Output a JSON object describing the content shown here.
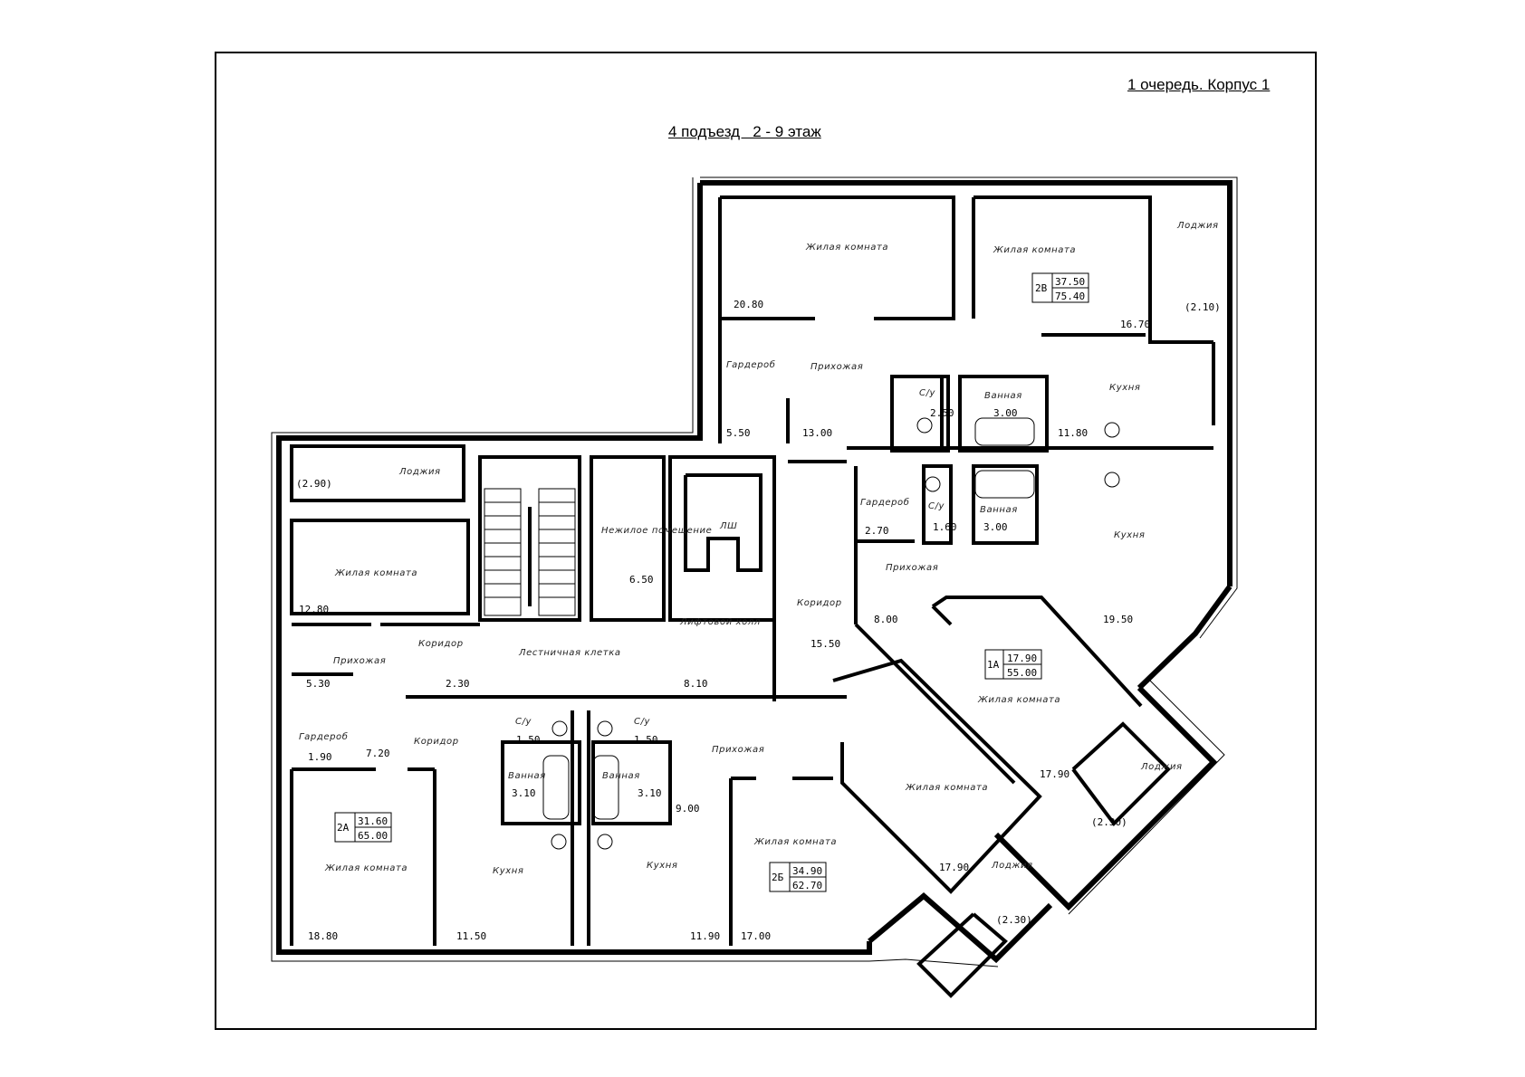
{
  "header": {
    "queue": "1 очередь. Корпус 1",
    "floor": "4 подъезд   2 - 9 этаж"
  },
  "rooms": [
    {
      "label": "Жилая комната"
    },
    {
      "label": "Жилая комната"
    },
    {
      "label": "Лоджия"
    },
    {
      "label": "Гардероб"
    },
    {
      "label": "Прихожая"
    },
    {
      "label": "С/у"
    },
    {
      "label": "Ванная"
    },
    {
      "label": "Кухня"
    },
    {
      "label": "Гардероб"
    },
    {
      "label": "С/у"
    },
    {
      "label": "Ванная"
    },
    {
      "label": "Кухня"
    },
    {
      "label": "Прихожая"
    },
    {
      "label": "Лоджия"
    },
    {
      "label": "Жилая комната"
    },
    {
      "label": "Нежилое помещение"
    },
    {
      "label": "ЛШ"
    },
    {
      "label": "Коридор"
    },
    {
      "label": "Коридор"
    },
    {
      "label": "Прихожая"
    },
    {
      "label": "Лестничная клетка"
    },
    {
      "label": "Лифтовой холл"
    },
    {
      "label": "Жилая комната"
    },
    {
      "label": "С/у"
    },
    {
      "label": "С/у"
    },
    {
      "label": "Гардероб"
    },
    {
      "label": "Коридор"
    },
    {
      "label": "Прихожая"
    },
    {
      "label": "Ванная"
    },
    {
      "label": "Ванная"
    },
    {
      "label": "Жилая комната"
    },
    {
      "label": "Лоджия"
    },
    {
      "label": "Жилая комната"
    },
    {
      "label": "Кухня"
    },
    {
      "label": "Кухня"
    },
    {
      "label": "Жилая комната"
    },
    {
      "label": "Лоджия"
    }
  ],
  "areas": [
    "20.80",
    "16.70",
    "(2.10)",
    "5.50",
    "13.00",
    "2.50",
    "3.00",
    "11.80",
    "2.70",
    "1.60",
    "3.00",
    "8.00",
    "19.50",
    "(2.90)",
    "12.80",
    "6.50",
    "15.50",
    "5.30",
    "2.30",
    "8.10",
    "1.50",
    "1.50",
    "1.90",
    "7.20",
    "3.10",
    "3.10",
    "9.00",
    "17.90",
    "(2.30)",
    "18.80",
    "11.50",
    "11.90",
    "17.00",
    "17.90",
    "(2.30)"
  ],
  "apartments": [
    {
      "code": "2В",
      "living": "37.50",
      "total": "75.40"
    },
    {
      "code": "1А",
      "living": "17.90",
      "total": "55.00"
    },
    {
      "code": "2А",
      "living": "31.60",
      "total": "65.00"
    },
    {
      "code": "2Б",
      "living": "34.90",
      "total": "62.70"
    }
  ]
}
